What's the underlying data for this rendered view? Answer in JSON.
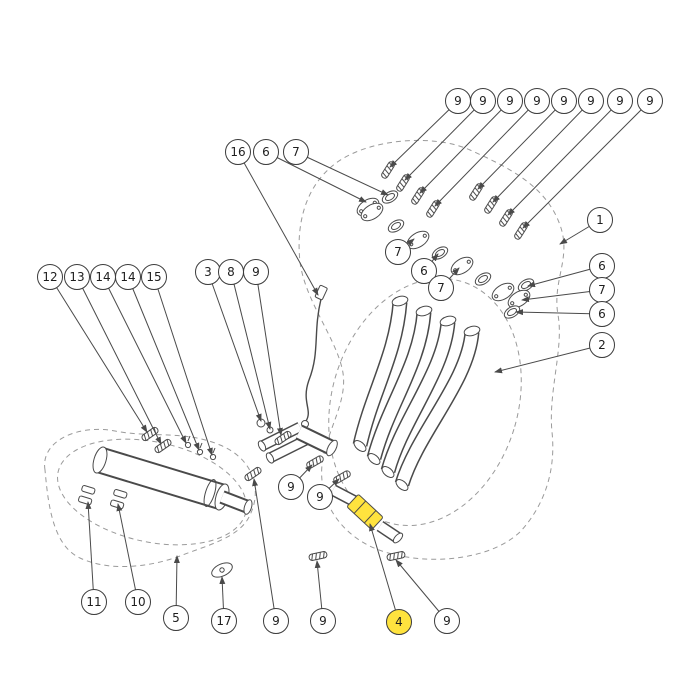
{
  "diagram": {
    "type": "exploded-parts-diagram",
    "background_color": "#ffffff",
    "line_color": "#4a4a4a",
    "outline_color": "#9a9a9a",
    "outline_style": "dashed",
    "highlight_color": "#ffe33e",
    "highlighted_callout": "4"
  },
  "callouts": [
    {
      "label": "9",
      "highlighted": false
    },
    {
      "label": "9",
      "highlighted": false
    },
    {
      "label": "9",
      "highlighted": false
    },
    {
      "label": "9",
      "highlighted": false
    },
    {
      "label": "9",
      "highlighted": false
    },
    {
      "label": "9",
      "highlighted": false
    },
    {
      "label": "9",
      "highlighted": false
    },
    {
      "label": "9",
      "highlighted": false
    },
    {
      "label": "16",
      "highlighted": false
    },
    {
      "label": "6",
      "highlighted": false
    },
    {
      "label": "7",
      "highlighted": false
    },
    {
      "label": "1",
      "highlighted": false
    },
    {
      "label": "7",
      "highlighted": false
    },
    {
      "label": "6",
      "highlighted": false
    },
    {
      "label": "7",
      "highlighted": false
    },
    {
      "label": "6",
      "highlighted": false
    },
    {
      "label": "7",
      "highlighted": false
    },
    {
      "label": "6",
      "highlighted": false
    },
    {
      "label": "2",
      "highlighted": false
    },
    {
      "label": "12",
      "highlighted": false
    },
    {
      "label": "13",
      "highlighted": false
    },
    {
      "label": "14",
      "highlighted": false
    },
    {
      "label": "14",
      "highlighted": false
    },
    {
      "label": "15",
      "highlighted": false
    },
    {
      "label": "3",
      "highlighted": false
    },
    {
      "label": "8",
      "highlighted": false
    },
    {
      "label": "9",
      "highlighted": false
    },
    {
      "label": "9",
      "highlighted": false
    },
    {
      "label": "9",
      "highlighted": false
    },
    {
      "label": "11",
      "highlighted": false
    },
    {
      "label": "10",
      "highlighted": false
    },
    {
      "label": "5",
      "highlighted": false
    },
    {
      "label": "17",
      "highlighted": false
    },
    {
      "label": "9",
      "highlighted": false
    },
    {
      "label": "9",
      "highlighted": false
    },
    {
      "label": "4",
      "highlighted": true
    },
    {
      "label": "9",
      "highlighted": false
    }
  ]
}
